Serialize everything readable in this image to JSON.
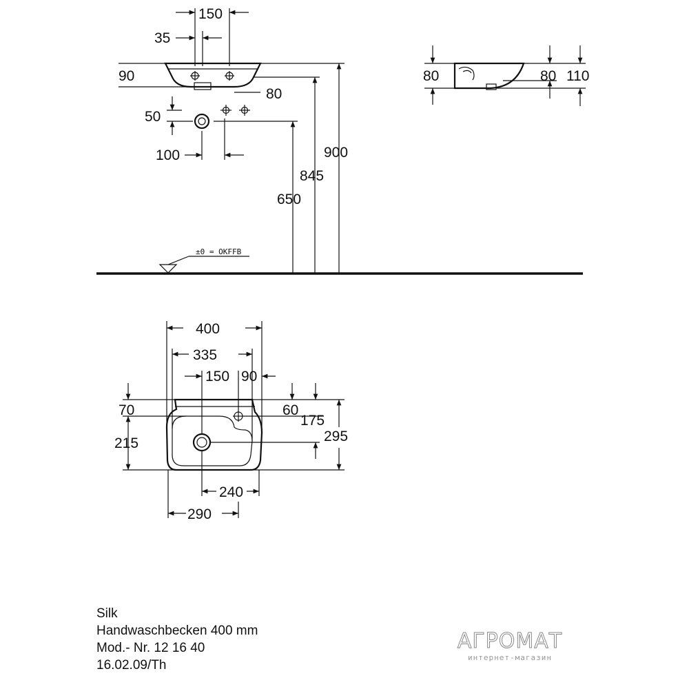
{
  "drawing": {
    "front_view": {
      "dim_width": "150",
      "dim_tap_offset": "35",
      "dim_basin_height": "90",
      "dim_side": "80",
      "dim_drain_offset_v": "50",
      "dim_drain_offset_h": "100",
      "dim_total_height": "900",
      "dim_rim_height": "845",
      "dim_drain_height": "650",
      "floor_label": "±0 = OKFFB"
    },
    "side_view": {
      "dim_left": "80",
      "dim_right": "80",
      "dim_total": "110"
    },
    "top_view": {
      "dim_width": "400",
      "dim_inner_width": "335",
      "dim_tap_pos": "150",
      "dim_tap_side": "90",
      "dim_back": "70",
      "dim_tap_back": "60",
      "dim_tap_depth": "175",
      "dim_drain_depth": "215",
      "dim_total_depth": "295",
      "dim_drain_right": "240",
      "dim_drain_left": "290"
    }
  },
  "info": {
    "series": "Silk",
    "product": "Handwaschbecken 400 mm",
    "model": "Mod.- Nr. 12 16 40",
    "date": "16.02.09/Th"
  },
  "watermark": {
    "brand": "АГРОМАТ",
    "tagline": "интернет-магазин"
  }
}
